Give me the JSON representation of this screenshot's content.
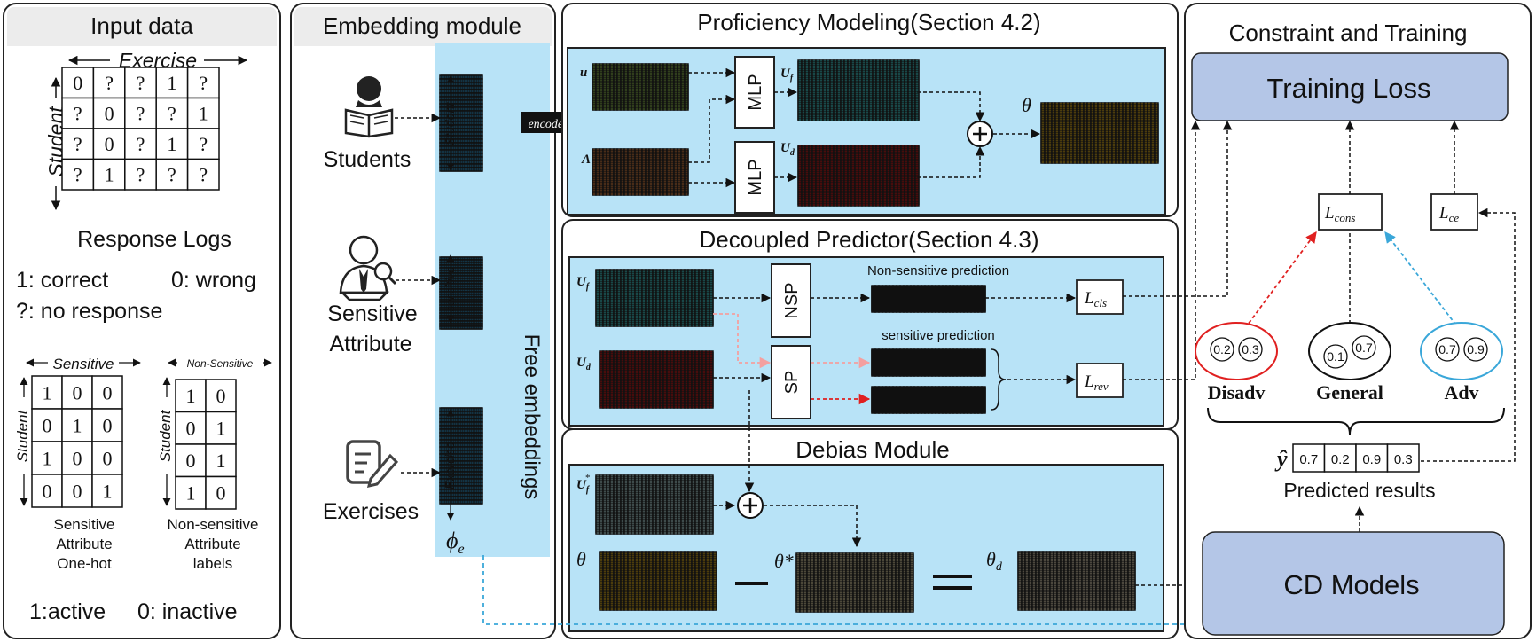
{
  "input_data": {
    "title": "Input data",
    "exercise_axis": "Exercise",
    "student_axis": "Student",
    "response_matrix": [
      [
        "0",
        "?",
        "?",
        "1",
        "?"
      ],
      [
        "?",
        "0",
        "?",
        "?",
        "1"
      ],
      [
        "?",
        "0",
        "?",
        "1",
        "?"
      ],
      [
        "?",
        "1",
        "?",
        "?",
        "?"
      ]
    ],
    "response_logs_label": "Response Logs",
    "legend_correct": "1: correct",
    "legend_wrong": "0: wrong",
    "legend_no_response": "?: no response",
    "sensitive_axis": "Sensitive",
    "non_sensitive_axis": "Non-Sensitive",
    "sensitive_matrix": [
      [
        "1",
        "0",
        "0"
      ],
      [
        "0",
        "1",
        "0"
      ],
      [
        "1",
        "0",
        "0"
      ],
      [
        "0",
        "0",
        "1"
      ]
    ],
    "non_sensitive_matrix": [
      [
        "1",
        "0"
      ],
      [
        "0",
        "1"
      ],
      [
        "0",
        "1"
      ],
      [
        "1",
        "0"
      ]
    ],
    "sensitive_caption": [
      "Sensitive",
      "Attribute",
      "One-hot"
    ],
    "non_sensitive_caption": [
      "Non-sensitive",
      "Attribute",
      "labels"
    ],
    "legend_active": "1:active",
    "legend_inactive": "0: inactive"
  },
  "embedding": {
    "title": "Embedding module",
    "students_label": "Students",
    "sensitive_label_1": "Sensitive",
    "sensitive_label_2": "Attribute",
    "exercises_label": "Exercises",
    "student_tag": "Student",
    "sensitive_tag": "sensitive",
    "exercise_tag": "Exercise",
    "free_embeddings": "Free embeddings",
    "phi": "ϕ",
    "phi_sub": "e",
    "encoder": "encoder"
  },
  "proficiency": {
    "title": "Proficiency Modeling(Section 4.2)",
    "u_label": "u",
    "a_label": "A",
    "mlp": "MLP",
    "uf": "U",
    "uf_sub": "f",
    "ud": "U",
    "ud_sub": "d",
    "theta": "θ"
  },
  "decoupled": {
    "title": "Decoupled Predictor(Section 4.3)",
    "nsp": "NSP",
    "sp": "SP",
    "non_sensitive_prediction": "Non-sensitive prediction",
    "sensitive_prediction": "sensitive prediction",
    "l_cls": "L",
    "l_cls_sub": "cls",
    "l_rev": "L",
    "l_rev_sub": "rev"
  },
  "debias": {
    "title": "Debias Module",
    "uf_star": "U",
    "theta": "θ",
    "theta_star": "θ*",
    "theta_d": "θ",
    "theta_d_sub": "d"
  },
  "constraint": {
    "title": "Constraint and Training",
    "training_loss": "Training Loss",
    "l_cons": "L",
    "l_cons_sub": "cons",
    "l_ce": "L",
    "l_ce_sub": "ce",
    "groups": [
      {
        "name": "Disadv",
        "values": [
          "0.2",
          "0.3"
        ],
        "color": "#e02020"
      },
      {
        "name": "General",
        "values": [
          "0.1",
          "0.7"
        ],
        "color": "#111111"
      },
      {
        "name": "Adv",
        "values": [
          "0.7",
          "0.9"
        ],
        "color": "#3aa7d9"
      }
    ],
    "y_hat": "ŷ",
    "predicted_values": [
      "0.7",
      "0.2",
      "0.9",
      "0.3"
    ],
    "predicted_results": "Predicted results",
    "cd_models": "CD Models"
  },
  "colors": {
    "panel_bg": "#b8e3f7",
    "embedding_blue": "#1a9ae0",
    "green": "#8dc63f",
    "orange": "#ed7d31",
    "cyan": "#33f0f0",
    "red": "#f00000",
    "gold": "#ffc000",
    "pale_cyan": "#c6fbfb",
    "pink": "#f8b8b8",
    "dark_red": "#c00000",
    "cream": "#fff0c8",
    "lavender": "#b4c6e7",
    "header_gray": "#ececec"
  }
}
